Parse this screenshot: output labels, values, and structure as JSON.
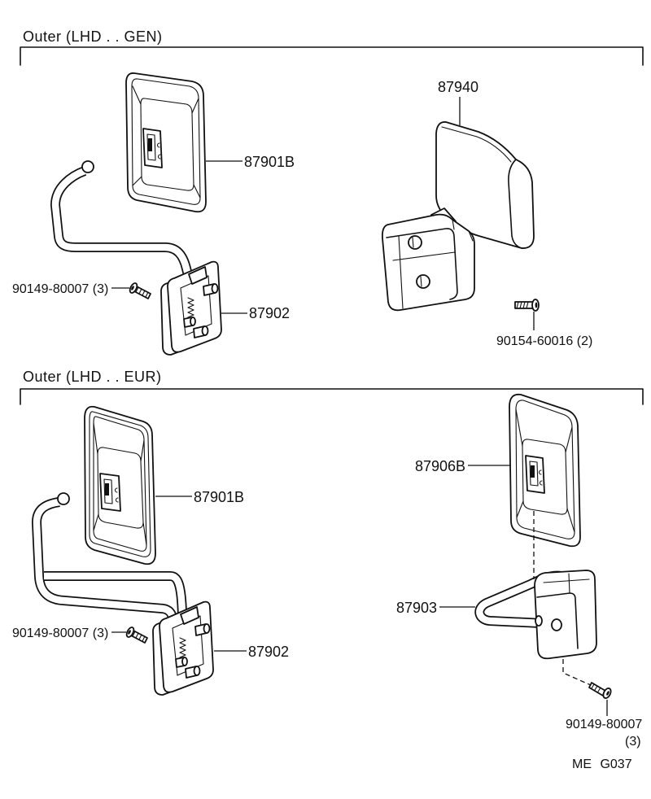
{
  "sections": [
    {
      "title": "Outer (LHD . . GEN)"
    },
    {
      "title": "Outer (LHD . . EUR)"
    }
  ],
  "gen": {
    "box_mirror_label": "87940",
    "mirror_head_label": "87901B",
    "screw_label": "90149-80007 (3)",
    "mirror_base_label": "87902",
    "box_screw_label": "90154-60016 (2)"
  },
  "eur": {
    "right_mirror_head_label": "87906B",
    "mirror_head_label": "87901B",
    "stay_label": "87903",
    "screw_label": "90149-80007 (3)",
    "mirror_base_label": "87902",
    "right_screw_label": "90149-80007",
    "right_screw_qty": "(3)"
  },
  "figure_code": "ME G037"
}
